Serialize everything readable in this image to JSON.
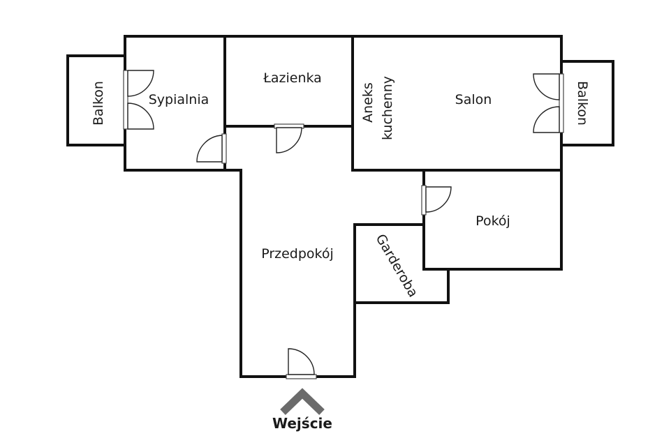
{
  "rooms": {
    "sypialnia": "Sypialnia",
    "balkon_left": "Balkon",
    "lazienka": "Łazienka",
    "aneks_line1": "Aneks",
    "aneks_line2": "kuchenny",
    "salon": "Salon",
    "balkon_right": "Balkon",
    "przedpokoj": "Przedpokój",
    "garderoba": "Garderoba",
    "pokoj": "Pokój"
  },
  "entry": {
    "label": "Wejście"
  },
  "colors": {
    "wall": "#111111",
    "arrow": "#6b6b6b",
    "text": "#1a1a1a"
  }
}
